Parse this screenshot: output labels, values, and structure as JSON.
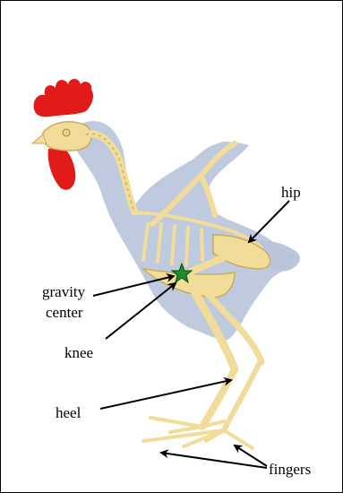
{
  "labels": {
    "hip": "hip",
    "gravity_line1": "gravity",
    "gravity_line2": "center",
    "knee": "knee",
    "heel": "heel",
    "fingers": "fingers"
  },
  "colors": {
    "body_silhouette": "#b9c4dc",
    "bone": "#f1dc9a",
    "bone_edge": "#c9ad5c",
    "comb": "#e11a1a",
    "star": "#1f8a2a",
    "arrow": "#000000"
  }
}
